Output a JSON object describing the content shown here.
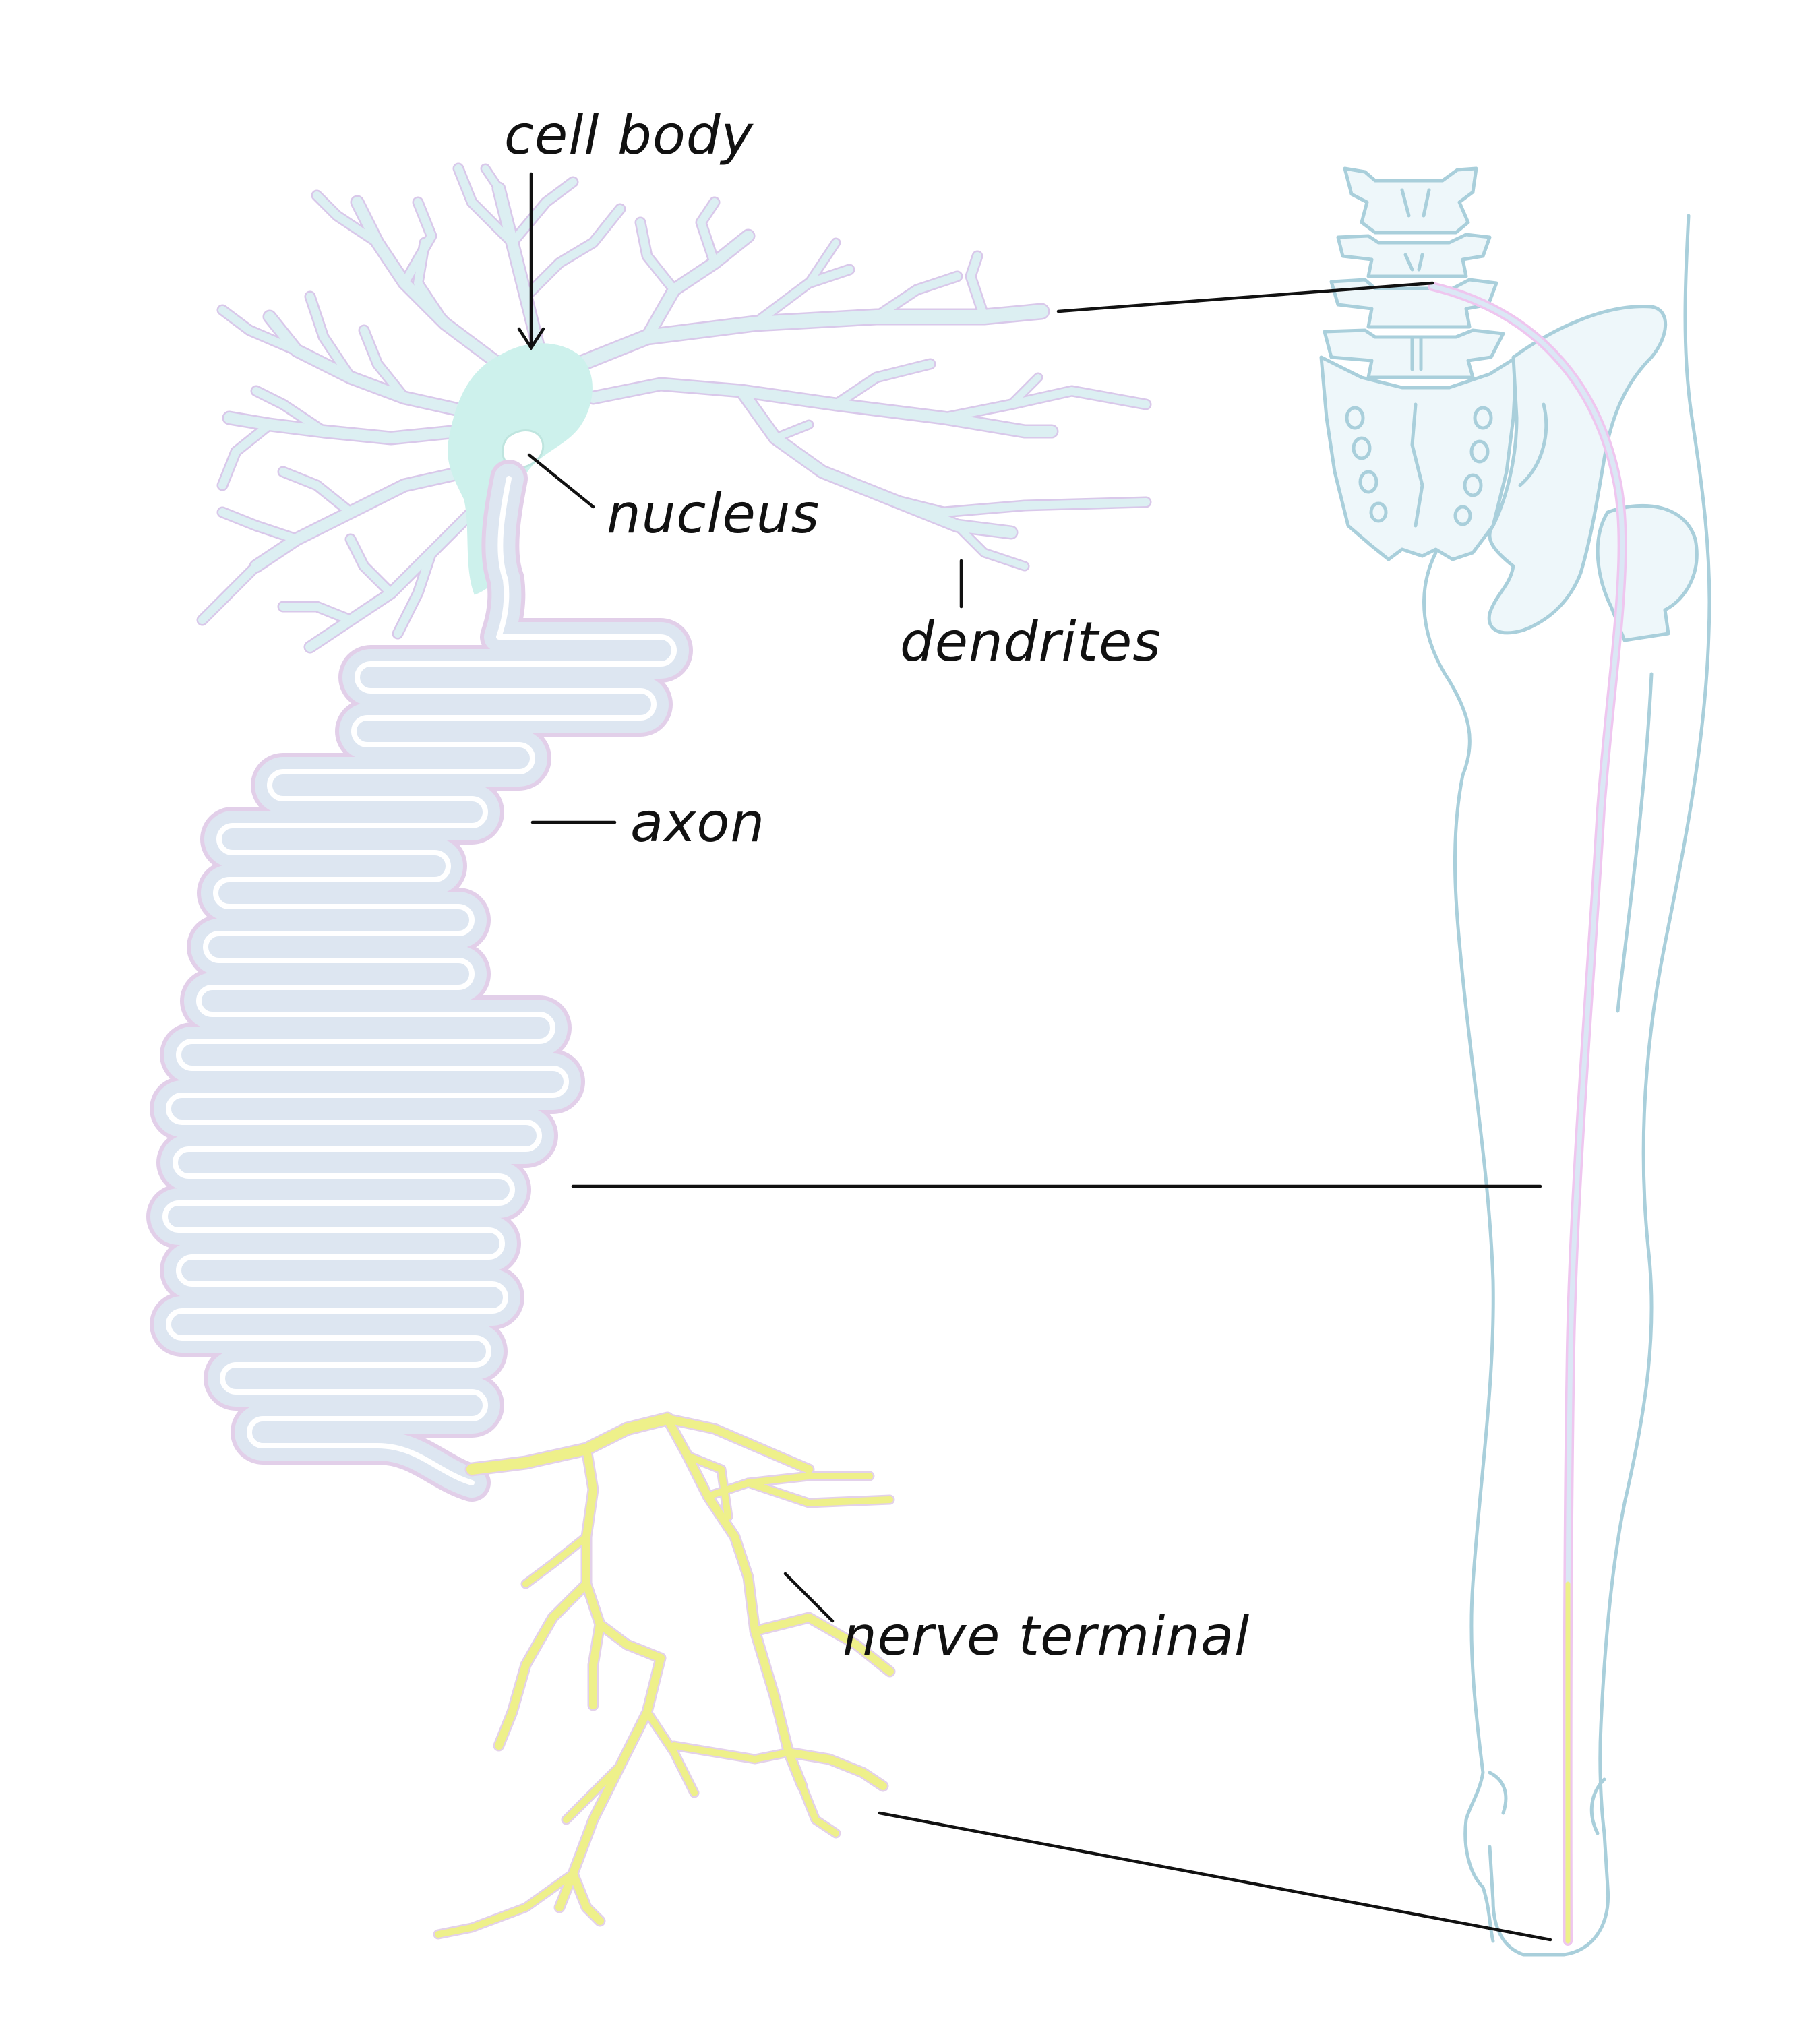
{
  "labels": {
    "cell_body": "cell body",
    "nucleus": "nucleus",
    "dendrites": "dendrites",
    "axon": "axon",
    "nerve_terminal": "nerve terminal"
  },
  "colors": {
    "background": "#ffffff",
    "text": "#111111",
    "cell_body_fill": "#cdf1ec",
    "dendrite": "#dceff2",
    "dendrite_outline": "#d9c8ea",
    "axon_fill": "#dde6f1",
    "axon_outline": "#e2cfe9",
    "terminal": "#eef08a",
    "terminal_outline": "#e3d1ea",
    "bone_outline": "#a9cfdb",
    "nerve_pink": "#efc6ef"
  }
}
